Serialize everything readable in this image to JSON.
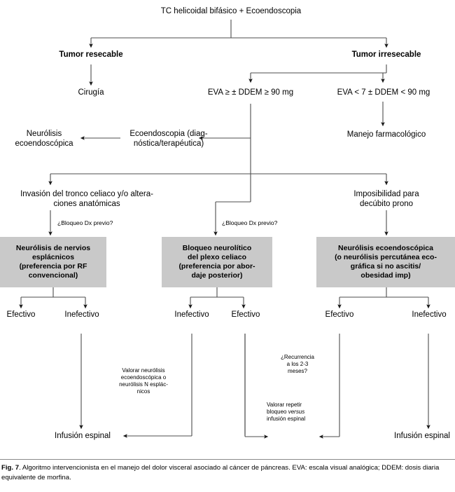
{
  "figure": {
    "id": "Fig. 7",
    "caption_label": "Fig. 7",
    "caption_text": ". Algoritmo intervencionista en el manejo del dolor visceral asociado al cáncer de páncreas. EVA: escala visual analógica; DDEM: dosis diaria equivalente de morfina.",
    "language": "es",
    "box_fill": "#c9c9c9",
    "line_color": "#4d4d4d",
    "background": "#ffffff"
  },
  "nodes": {
    "root": "TC helicoidal bifásico + Ecoendoscopia",
    "tumor_resectable": "Tumor resecable",
    "tumor_irresectable": "Tumor irresecable",
    "cirugia": "Cirugía",
    "eva_high": "EVA ≥ ± DDEM ≥ 90 mg",
    "eva_low": "EVA < 7 ± DDEM < 90 mg",
    "manejo_farmacologico": "Manejo farmacológico",
    "ecoendoscopia": "Ecoendoscopia (diag-\nnóstica/terapéutica)",
    "neurolisis_ecoendoscopica": "Neurólisis\necoendoscópica",
    "invasion_tronco": "Invasión del tronco celiaco y/o altera-\nciones anatómicas",
    "imposibilidad_decubito": "Imposibilidad para\ndecúbito prono",
    "bloqueo_dx_previo_left": "¿Bloqueo Dx previo?",
    "bloqueo_dx_previo_mid": "¿Bloqueo Dx previo?",
    "box_left": "Neurólisis de nervios\nesplácnicos\n(preferencia por RF\nconvencional)",
    "box_mid": "Bloqueo neurolítico\ndel plexo celiaco\n(preferencia por abor-\ndaje posterior)",
    "box_right": "Neurólisis ecoendoscópica\n(o neurólisis percutánea eco-\ngráfica si no ascitis/\nobesidad imp)",
    "outcome_1": "Efectivo",
    "outcome_2": "Inefectivo",
    "outcome_3": "Inefectivo",
    "outcome_4": "Efectivo",
    "outcome_5": "Efectivo",
    "outcome_6": "Inefectivo",
    "valorar_neurolisis": "Valorar neurólisis\necoendoscópica o\nneurólisis N esplác-\nnicos",
    "recurrencia": "¿Recurrencia\na los 2-3\nmeses?",
    "valorar_repetir_pre": "Valorar repetir\nbloqueo ",
    "valorar_repetir_ital": "versus",
    "valorar_repetir_post": "\ninfusión espinal",
    "infusion_espinal_left": "Infusión espinal",
    "infusion_espinal_right": "Infusión espinal"
  }
}
